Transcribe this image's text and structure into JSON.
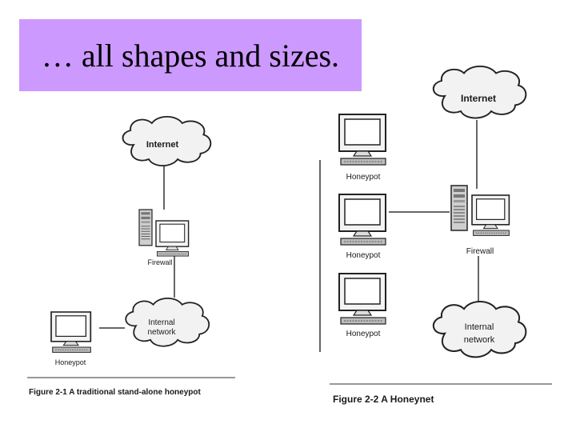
{
  "slide": {
    "title": "… all shapes and sizes.",
    "title_bg": "#cc99ff"
  },
  "figure1": {
    "internet_label": "Internet",
    "firewall_label": "Firewall",
    "internal_label_line1": "Internal",
    "internal_label_line2": "network",
    "honeypot_label": "Honeypot",
    "caption": "Figure 2-1 A traditional stand-alone honeypot"
  },
  "figure2": {
    "internet_label": "Internet",
    "firewall_label": "Firewall",
    "internal_label_line1": "Internal",
    "internal_label_line2": "network",
    "honeypot_labels": [
      "Honeypot",
      "Honeypot",
      "Honeypot"
    ],
    "caption": "Figure 2-2 A Honeynet"
  }
}
